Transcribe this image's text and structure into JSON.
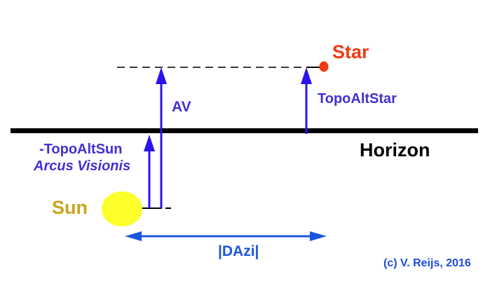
{
  "labels": {
    "star": "Star",
    "topo_alt_star": "TopoAltStar",
    "av": "AV",
    "horizon": "Horizon",
    "neg_topo_alt_sun": "-TopoAltSun",
    "arcus_visionis": "Arcus Visionis",
    "sun": "Sun",
    "dazi": "|DAzi|",
    "copyright": "(c) V. Reijs, 2016"
  },
  "colors": {
    "label_indigo": "#4330d4",
    "arrow_blue": "#2a14ee",
    "dazi_blue": "#1b55dc",
    "copyright_blue": "#1d4be0",
    "star_red": "#f13a10",
    "sun_label_gold": "#c9a41e",
    "sun_fill": "#fdff2b",
    "horizon_black": "#000000",
    "dash_dark": "#3c3c3c"
  }
}
